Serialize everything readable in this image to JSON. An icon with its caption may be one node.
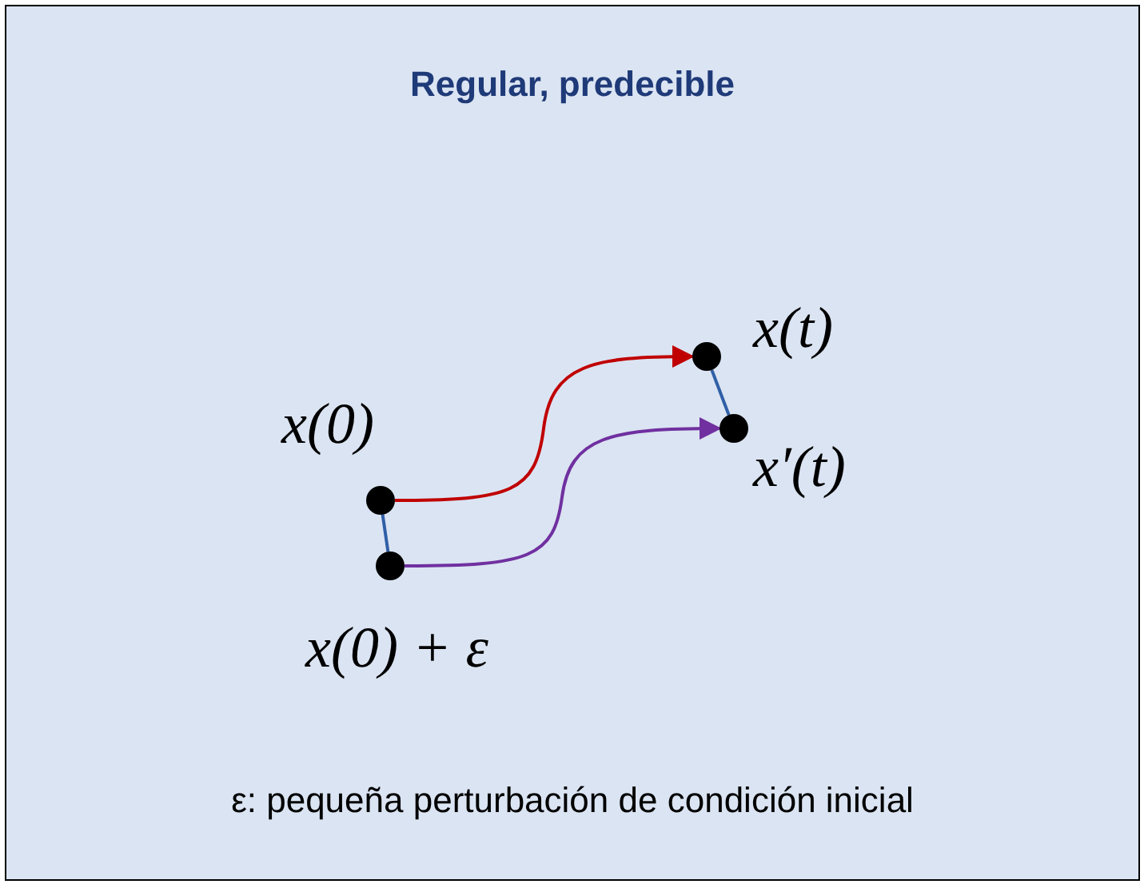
{
  "diagram": {
    "title": "Regular, predecible",
    "caption": "ε: pequeña perturbación de condición inicial",
    "nodes": [
      {
        "text": [],
        "shape": "circle",
        "beside": [
          "x(0)"
        ]
      },
      {
        "text": [],
        "shape": "circle",
        "beside": [
          "x(0) + ε"
        ]
      },
      {
        "text": [],
        "shape": "circle",
        "beside": [
          "x(t)"
        ]
      },
      {
        "text": [],
        "shape": "circle",
        "beside": [
          "x′(t)"
        ]
      }
    ],
    "edges": [
      {
        "from": 0,
        "to": 2,
        "arrow": "to",
        "color": "#c00000"
      },
      {
        "from": 1,
        "to": 3,
        "arrow": "to",
        "color": "#7030a0"
      },
      {
        "from": 0,
        "to": 1,
        "arrow": "none",
        "color": "#2f5fa7"
      },
      {
        "from": 2,
        "to": 3,
        "arrow": "none",
        "color": "#2f5fa7"
      }
    ]
  }
}
